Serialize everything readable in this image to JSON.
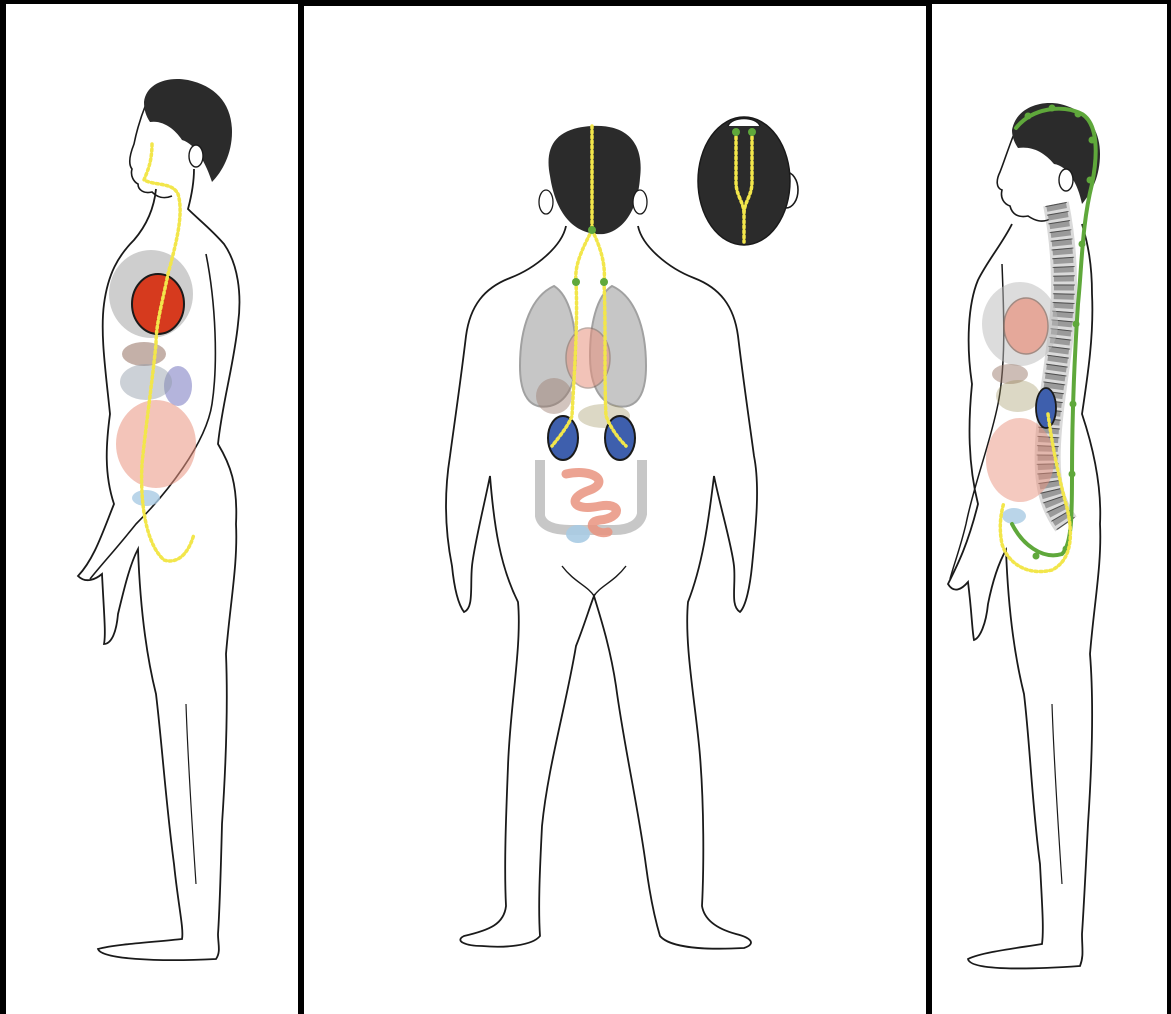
{
  "colors": {
    "outline": "#1a1a1a",
    "hair": "#2b2b2b",
    "heart": "#d63a1e",
    "lung": "#b9b9b9",
    "liver": "#9c7c6e",
    "intestine": "#e9937f",
    "kidney": "#3e5fad",
    "stomach": "#8e9aa6",
    "meridian_yellow": "#f2e64b",
    "meridian_green": "#5fa83b",
    "spine": "#9a9a9a",
    "spleen": "#a7a7d6",
    "bladder": "#a9cbe3"
  },
  "views": [
    {
      "name": "side-view-left",
      "meridian": "yellow"
    },
    {
      "name": "back-view",
      "meridian": "yellow",
      "inset": "head-top-view"
    },
    {
      "name": "side-view-right",
      "meridian": "green"
    }
  ]
}
